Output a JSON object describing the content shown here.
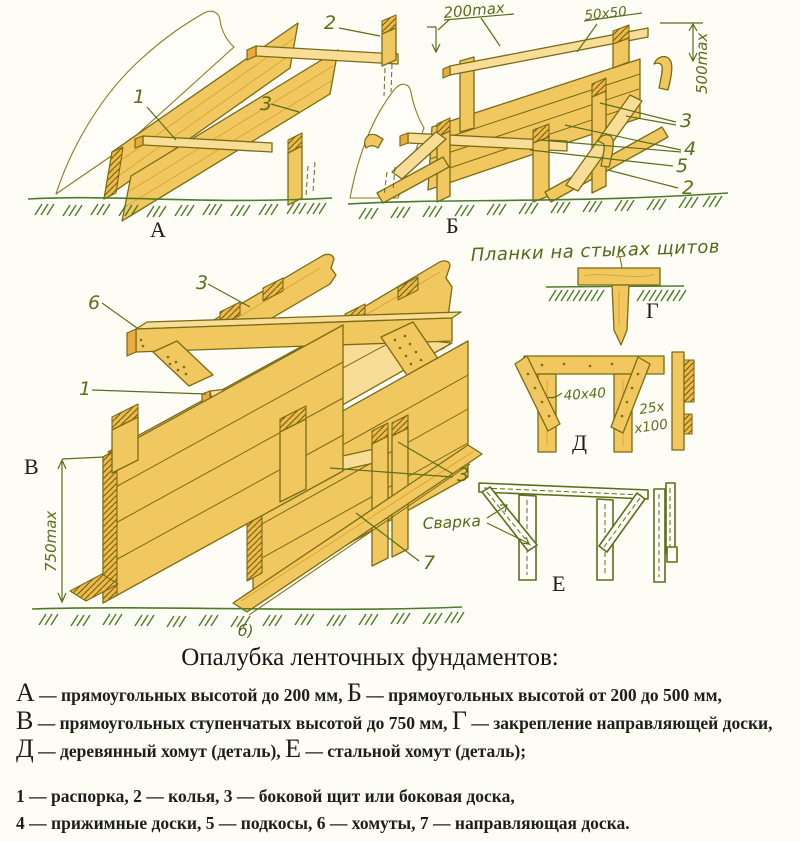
{
  "figures": {
    "a": {
      "letter": "А",
      "num_1": "1",
      "num_2": "2",
      "num_3": "3",
      "dim_height": "200max"
    },
    "b": {
      "letter": "Б",
      "dim_rail": "50x50",
      "dim_height": "500max",
      "num_3": "3",
      "num_4": "4",
      "num_5": "5",
      "num_2": "2"
    },
    "v": {
      "letter": "В",
      "sub_label": "б)",
      "dim_height": "750max",
      "num_6": "6",
      "num_3_top": "3",
      "num_1": "1",
      "num_3_right": "3",
      "num_7": "7"
    },
    "g": {
      "letter": "Г",
      "note": "Планки на стыках щитов"
    },
    "d": {
      "letter": "Д",
      "dim_brace": "40x40",
      "dim_board_1": "25x",
      "dim_board_2": "x100"
    },
    "e": {
      "letter": "Е",
      "weld_label": "Сварка"
    }
  },
  "caption": {
    "title": "Опалубка ленточных фундаментов:",
    "line1": {
      "l1": "А",
      "t1": " — прямоугольных высотой до 200 мм, ",
      "l2": "Б",
      "t2": " — прямоугольных высотой от 200 до 500 мм,"
    },
    "line2": {
      "l1": "В",
      "t1": " — прямоугольных ступенчатых высотой до 750 мм,  ",
      "l2": "Г",
      "t2": " — закрепление направляющей доски,"
    },
    "line3": {
      "l1": "Д",
      "t1": " — деревянный хомут (деталь), ",
      "l2": "Е",
      "t2": " — стальной хомут (деталь);"
    },
    "line4": "1 — распорка, 2 — колья, 3 — боковой щит или боковая доска,",
    "line5": "4 — прижимные доски, 5 — подкосы, 6 — хомуты, 7 — направляющая доска."
  },
  "colors": {
    "wood": "#f1c75f",
    "wood_light": "#f8dd96",
    "wood_dark": "#e9aa3f",
    "outline": "#7a6b14",
    "ground_green": "#4e7b28",
    "label_olive": "#5c6e1a",
    "text_black": "#1c1c1a",
    "paper": "#fdfdf6"
  }
}
